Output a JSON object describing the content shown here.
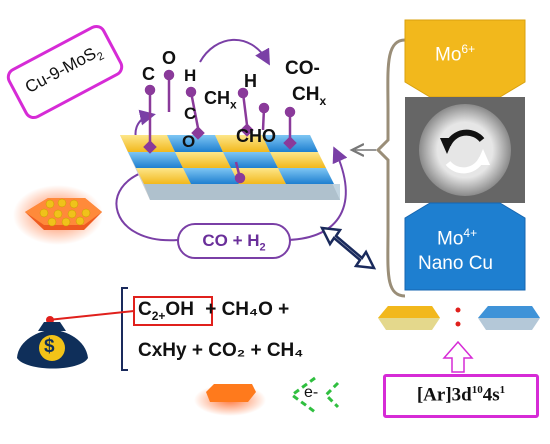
{
  "catalyst": {
    "name": "Cu-9-MoS",
    "subscript": "2"
  },
  "adsorbates": {
    "c": "C",
    "o": "O",
    "h1": "H",
    "c2": "C",
    "o2": "O",
    "ch": "CH",
    "ch_sub": "x",
    "h2": "H",
    "cho": "CHO",
    "co_dash": "CO-",
    "ch2": "CH",
    "ch2_sub": "x"
  },
  "syngas": {
    "co": "CO",
    "plus": "+",
    "h": "H",
    "sub": "2"
  },
  "products": {
    "c2": "C",
    "c2_sub": "2+",
    "oh": "OH",
    "rest1": "+ CH₄O +",
    "line2": "CxHy + CO₂ + CH₄"
  },
  "states": {
    "mo6_base": "Mo",
    "mo6_sup": "6+",
    "mo4_base": "Mo",
    "mo4_sup": "4+",
    "nano": "Nano Cu",
    "colon": ":"
  },
  "electron": {
    "label": "e-"
  },
  "config": {
    "pre": "[Ar]3d",
    "sup1": "10",
    "mid": "4s",
    "sup2": "1"
  },
  "icons": {
    "money": "$"
  },
  "colors": {
    "magenta": "#d62bd6",
    "purple": "#7a3fa6",
    "mo6": "#f2b81c",
    "mo4": "#1e7fd0",
    "red": "#e0201c",
    "navy": "#1a2a5c",
    "green": "#2fbf3f"
  }
}
